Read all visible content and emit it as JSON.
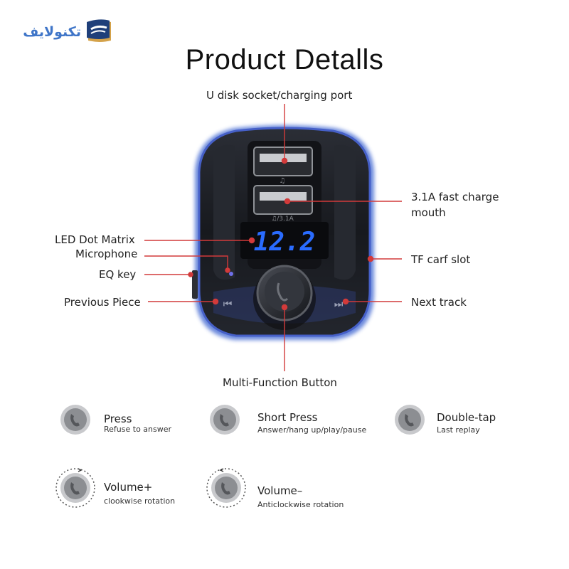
{
  "brand": {
    "name": "تکنولایف",
    "accent": "#3f75c8",
    "mark_color": "#d4a24a"
  },
  "page_title": "Product Detalls",
  "display": {
    "value": "12.2",
    "color": "#2a6cff"
  },
  "port_labels": {
    "music_glyph": "♫",
    "port2": "♫/3.1A"
  },
  "callouts": {
    "usb_port": "U disk socket/charging port",
    "fast_charge_line1": "3.1A fast charge",
    "fast_charge_line2": "mouth",
    "led_matrix": "LED Dot Matrix",
    "microphone": "Microphone",
    "tf_slot": "TF carf slot",
    "eq_key": "EQ key",
    "previous": "Previous Piece",
    "next": "Next track",
    "multi_function": "Multi-Function Button"
  },
  "functions": [
    {
      "title": "Press",
      "desc": "Refuse to answer",
      "icon": "phone-knob-icon"
    },
    {
      "title": "Short Press",
      "desc": "Answer/hang up/play/pause",
      "icon": "phone-knob-icon"
    },
    {
      "title": "Double-tap",
      "desc": "Last replay",
      "icon": "phone-knob-icon"
    },
    {
      "title": "Volume+",
      "desc": "clookwise rotation",
      "icon": "knob-rotate-cw-icon"
    },
    {
      "title": "Volume–",
      "desc": "Anticlockwise rotation",
      "icon": "knob-rotate-ccw-icon"
    }
  ],
  "colors": {
    "callout_line": "#d23a3a",
    "glow": "#3f5fd8",
    "body": "#1c1e24"
  }
}
